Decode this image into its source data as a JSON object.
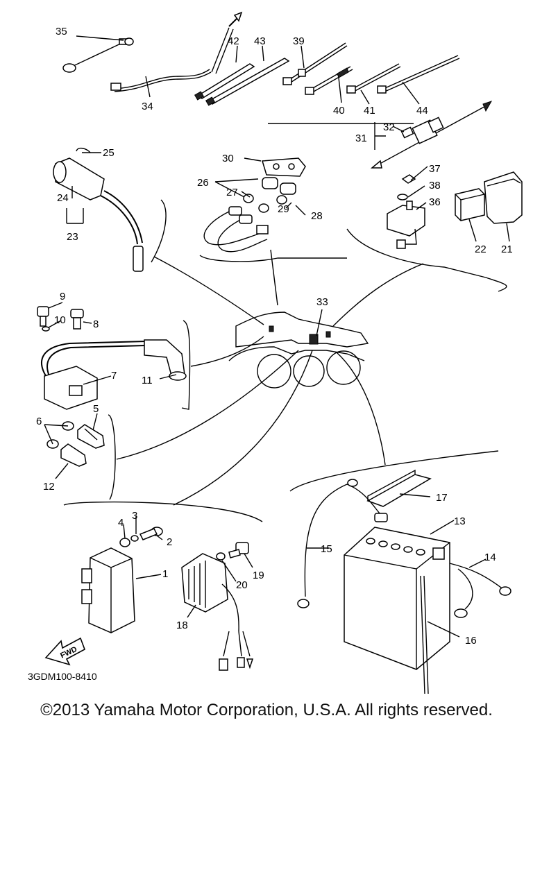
{
  "diagram_code": "3GDM100-8410",
  "fwd_label": "FWD",
  "copyright": "©2013 Yamaha Motor Corporation, U.S.A. All rights reserved.",
  "parts": [
    "1",
    "2",
    "3",
    "4",
    "5",
    "6",
    "7",
    "8",
    "9",
    "10",
    "11",
    "12",
    "13",
    "14",
    "15",
    "16",
    "17",
    "18",
    "19",
    "20",
    "21",
    "22",
    "23",
    "24",
    "25",
    "26",
    "27",
    "28",
    "29",
    "30",
    "31",
    "32",
    "33",
    "34",
    "35",
    "36",
    "37",
    "38",
    "39",
    "40",
    "41",
    "42",
    "43",
    "44"
  ]
}
